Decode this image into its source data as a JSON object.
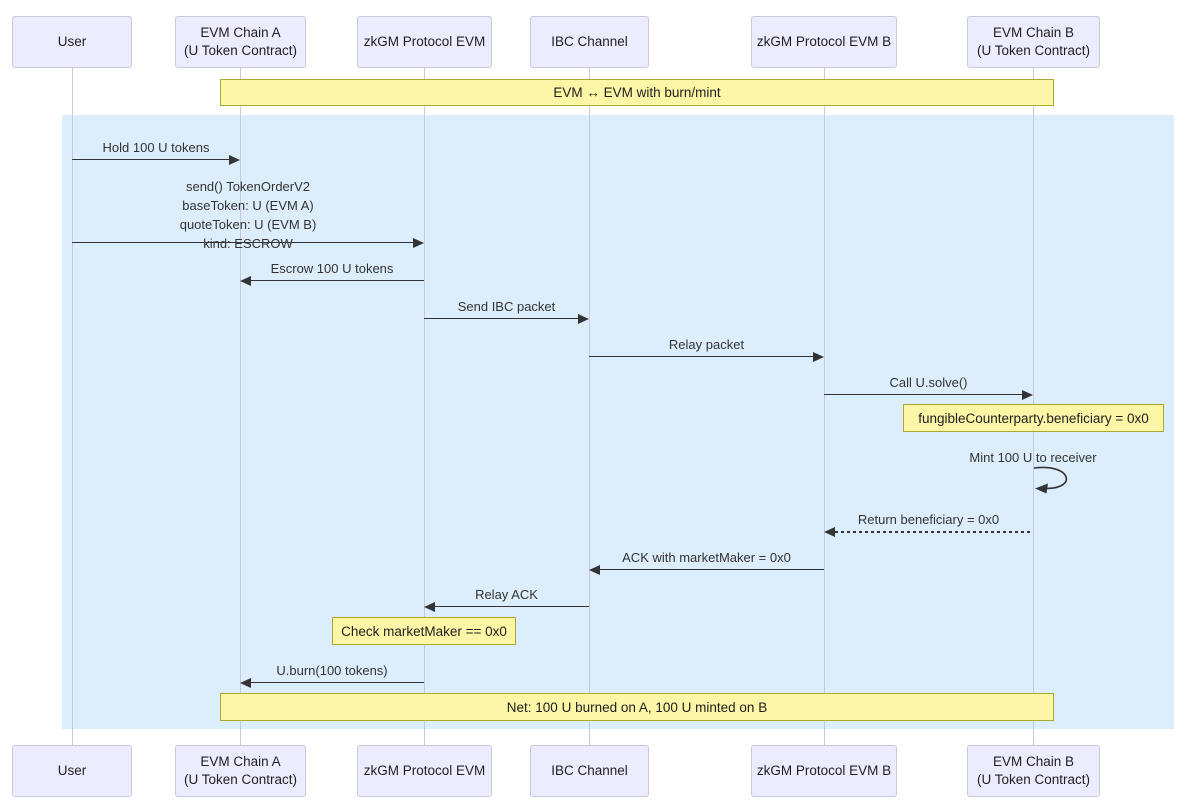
{
  "diagram": {
    "type": "sequence-diagram",
    "title_note": "EVM ↔ EVM with burn/mint",
    "colors": {
      "actor_fill": "#ececff",
      "actor_border": "#c9c7e0",
      "lifeline": "#c9c7e0",
      "note_fill": "#fdf6a6",
      "note_border": "#a8a833",
      "highlight_rect": "#dceefc",
      "arrow": "#343434",
      "text": "#333333"
    },
    "participants": [
      {
        "label": "User"
      },
      {
        "label": "EVM Chain A\n(U Token Contract)"
      },
      {
        "label": "zkGM Protocol EVM"
      },
      {
        "label": "IBC Channel"
      },
      {
        "label": "zkGM Protocol EVM B"
      },
      {
        "label": "EVM Chain B\n(U Token Contract)"
      }
    ],
    "messages": [
      {
        "from": "User",
        "to": "EVM Chain A (U Token Contract)",
        "text": "Hold 100 U tokens",
        "line": "solid"
      },
      {
        "from": "User",
        "to": "zkGM Protocol EVM",
        "text": "send() TokenOrderV2\nbaseToken: U (EVM A)\nquoteToken: U (EVM B)\nkind: ESCROW",
        "line": "solid"
      },
      {
        "from": "zkGM Protocol EVM",
        "to": "EVM Chain A (U Token Contract)",
        "text": "Escrow 100 U tokens",
        "line": "solid"
      },
      {
        "from": "zkGM Protocol EVM",
        "to": "IBC Channel",
        "text": "Send IBC packet",
        "line": "solid"
      },
      {
        "from": "IBC Channel",
        "to": "zkGM Protocol EVM B",
        "text": "Relay packet",
        "line": "solid"
      },
      {
        "from": "zkGM Protocol EVM B",
        "to": "EVM Chain B (U Token Contract)",
        "text": "Call U.solve()",
        "line": "solid"
      },
      {
        "from": "EVM Chain B (U Token Contract)",
        "to": "EVM Chain B (U Token Contract)",
        "text": "Mint 100 U to receiver",
        "line": "self"
      },
      {
        "from": "EVM Chain B (U Token Contract)",
        "to": "zkGM Protocol EVM B",
        "text": "Return beneficiary = 0x0",
        "line": "dashed"
      },
      {
        "from": "zkGM Protocol EVM B",
        "to": "IBC Channel",
        "text": "ACK with marketMaker = 0x0",
        "line": "solid"
      },
      {
        "from": "IBC Channel",
        "to": "zkGM Protocol EVM",
        "text": "Relay ACK",
        "line": "solid"
      },
      {
        "from": "zkGM Protocol EVM",
        "to": "EVM Chain A (U Token Contract)",
        "text": "U.burn(100 tokens)",
        "line": "solid"
      }
    ],
    "notes": [
      {
        "text": "EVM ↔ EVM with burn/mint",
        "over": "EVM Chain A .. EVM Chain B"
      },
      {
        "text": "fungibleCounterparty.beneficiary = 0x0",
        "over": "EVM Chain B (U Token Contract)"
      },
      {
        "text": "Check marketMaker == 0x0",
        "over": "zkGM Protocol EVM"
      },
      {
        "text": "Net: 100 U burned on A, 100 U minted on B",
        "over": "EVM Chain A .. EVM Chain B"
      }
    ]
  }
}
